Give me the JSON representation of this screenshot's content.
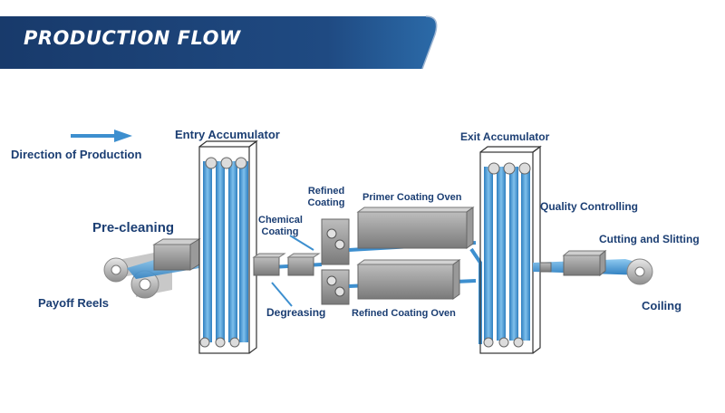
{
  "header": {
    "title": "PRODUCTION FLOW"
  },
  "colors": {
    "banner_dark": "#183a6b",
    "banner_light": "#2b6aa8",
    "strip_blue": "#3d8fcf",
    "strip_light": "#7fc0ec",
    "machine_gray": "#8a8a8a",
    "label_navy": "#1b3e73"
  },
  "direction": {
    "label": "Direction of Production"
  },
  "stages": {
    "entry_accumulator": "Entry Accumulator",
    "exit_accumulator": "Exit Accumulator",
    "pre_cleaning": "Pre-cleaning",
    "payoff_reels": "Payoff Reels",
    "chemical_coating_line1": "Chemical",
    "chemical_coating_line2": "Coating",
    "degreasing": "Degreasing",
    "refined_coating_line1": "Refined",
    "refined_coating_line2": "Coating",
    "primer_coating_oven": "Primer Coating Oven",
    "refined_coating_oven": "Refined Coating Oven",
    "quality_controlling": "Quality Controlling",
    "cutting_and_slitting": "Cutting and Slitting",
    "coiling": "Coiling"
  }
}
